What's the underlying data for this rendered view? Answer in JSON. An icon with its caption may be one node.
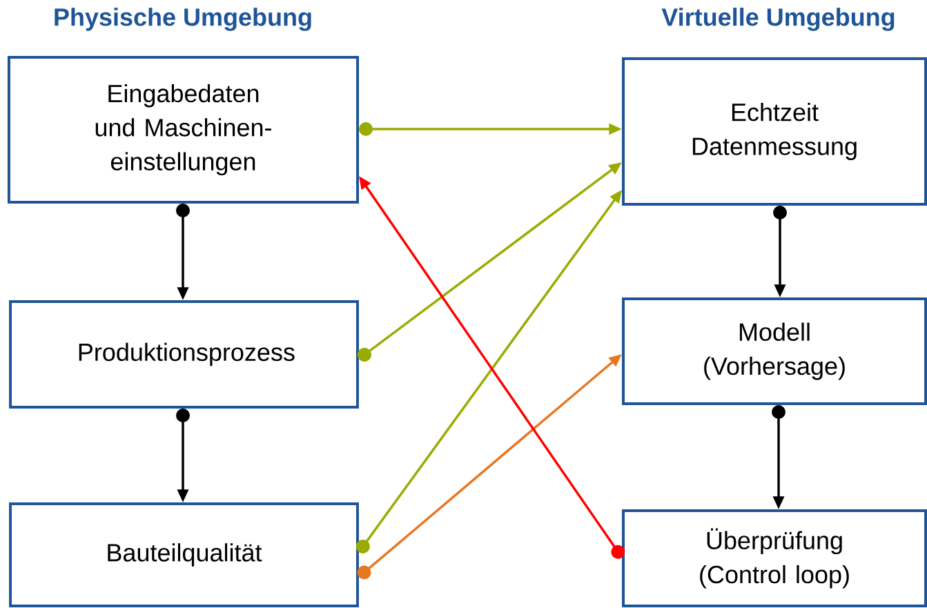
{
  "diagram": {
    "nodes": [
      {
        "text": [
          "Eingabedaten und Maschinen- einstellungen"
        ]
      },
      {
        "text": [
          "Produktionsprozess"
        ]
      },
      {
        "text": [
          "Bauteilqualität"
        ]
      },
      {
        "text": [
          "Echtzeit Datenmessung"
        ]
      },
      {
        "text": [
          "Modell (Vorhersage)"
        ]
      },
      {
        "text": [
          "Überprüfung (Control loop)"
        ]
      }
    ],
    "edges": [
      {
        "from": 0,
        "to": 1,
        "arrow": "to"
      },
      {
        "from": 1,
        "to": 2,
        "arrow": "to"
      },
      {
        "from": 3,
        "to": 4,
        "arrow": "to"
      },
      {
        "from": 4,
        "to": 5,
        "arrow": "to"
      },
      {
        "from": 0,
        "to": 3,
        "arrow": "to",
        "color": "#9aab00"
      },
      {
        "from": 1,
        "to": 3,
        "arrow": "to",
        "color": "#9aab00"
      },
      {
        "from": 2,
        "to": 3,
        "arrow": "to",
        "color": "#9aab00"
      },
      {
        "from": 2,
        "to": 4,
        "arrow": "to",
        "color": "#e87722"
      },
      {
        "from": 5,
        "to": 0,
        "arrow": "to",
        "color": "#ff0000"
      }
    ],
    "labels": [
      "Physische Umgebung",
      "Virtuelle Umgebung"
    ]
  }
}
